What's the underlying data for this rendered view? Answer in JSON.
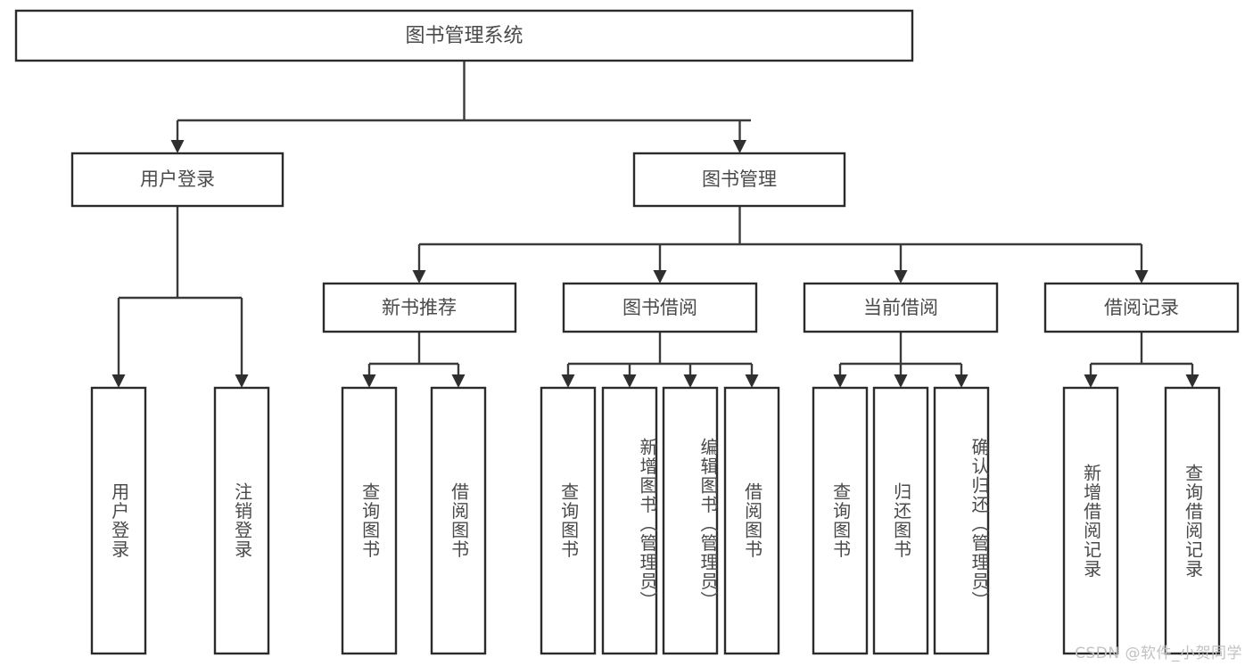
{
  "diagram": {
    "type": "tree",
    "title": "图书管理系统",
    "root": {
      "id": "root",
      "label": "图书管理系统",
      "orientation": "horizontal"
    },
    "level2": [
      {
        "id": "user-login",
        "label": "用户登录",
        "orientation": "horizontal"
      },
      {
        "id": "book-manage",
        "label": "图书管理",
        "orientation": "horizontal"
      }
    ],
    "level3": [
      {
        "id": "new-book-recommend",
        "label": "新书推荐",
        "orientation": "horizontal",
        "parent": "book-manage"
      },
      {
        "id": "book-borrow",
        "label": "图书借阅",
        "orientation": "horizontal",
        "parent": "book-manage"
      },
      {
        "id": "current-borrow",
        "label": "当前借阅",
        "orientation": "horizontal",
        "parent": "book-manage"
      },
      {
        "id": "borrow-record",
        "label": "借阅记录",
        "orientation": "horizontal",
        "parent": "book-manage"
      }
    ],
    "leaves": [
      {
        "id": "leaf-user-login",
        "label": "用户登录",
        "parent": "user-login",
        "orientation": "vertical"
      },
      {
        "id": "leaf-logout",
        "label": "注销登录",
        "parent": "user-login",
        "orientation": "vertical"
      },
      {
        "id": "leaf-query-book-1",
        "label": "查询图书",
        "parent": "new-book-recommend",
        "orientation": "vertical"
      },
      {
        "id": "leaf-borrow-book-1",
        "label": "借阅图书",
        "parent": "new-book-recommend",
        "orientation": "vertical"
      },
      {
        "id": "leaf-query-book-2",
        "label": "查询图书",
        "parent": "book-borrow",
        "orientation": "vertical"
      },
      {
        "id": "leaf-add-book",
        "label": "新增图书（管理员）",
        "parent": "book-borrow",
        "orientation": "vertical"
      },
      {
        "id": "leaf-edit-book",
        "label": "编辑图书（管理员）",
        "parent": "book-borrow",
        "orientation": "vertical"
      },
      {
        "id": "leaf-borrow-book-2",
        "label": "借阅图书",
        "parent": "book-borrow",
        "orientation": "vertical"
      },
      {
        "id": "leaf-query-book-3",
        "label": "查询图书",
        "parent": "current-borrow",
        "orientation": "vertical"
      },
      {
        "id": "leaf-return-book",
        "label": "归还图书",
        "parent": "current-borrow",
        "orientation": "vertical"
      },
      {
        "id": "leaf-confirm-return",
        "label": "确认归还（管理员）",
        "parent": "current-borrow",
        "orientation": "vertical"
      },
      {
        "id": "leaf-add-record",
        "label": "新增借阅记录",
        "parent": "borrow-record",
        "orientation": "vertical"
      },
      {
        "id": "leaf-query-record",
        "label": "查询借阅记录",
        "parent": "borrow-record",
        "orientation": "vertical"
      }
    ],
    "colors": {
      "box_stroke": "#2b2b2b",
      "connector": "#3a3a3a",
      "text": "#4a4a4a",
      "background": "#ffffff",
      "watermark": "#c2c2c2"
    }
  },
  "watermark": {
    "text": "CSDN @软件_小贺同学"
  }
}
